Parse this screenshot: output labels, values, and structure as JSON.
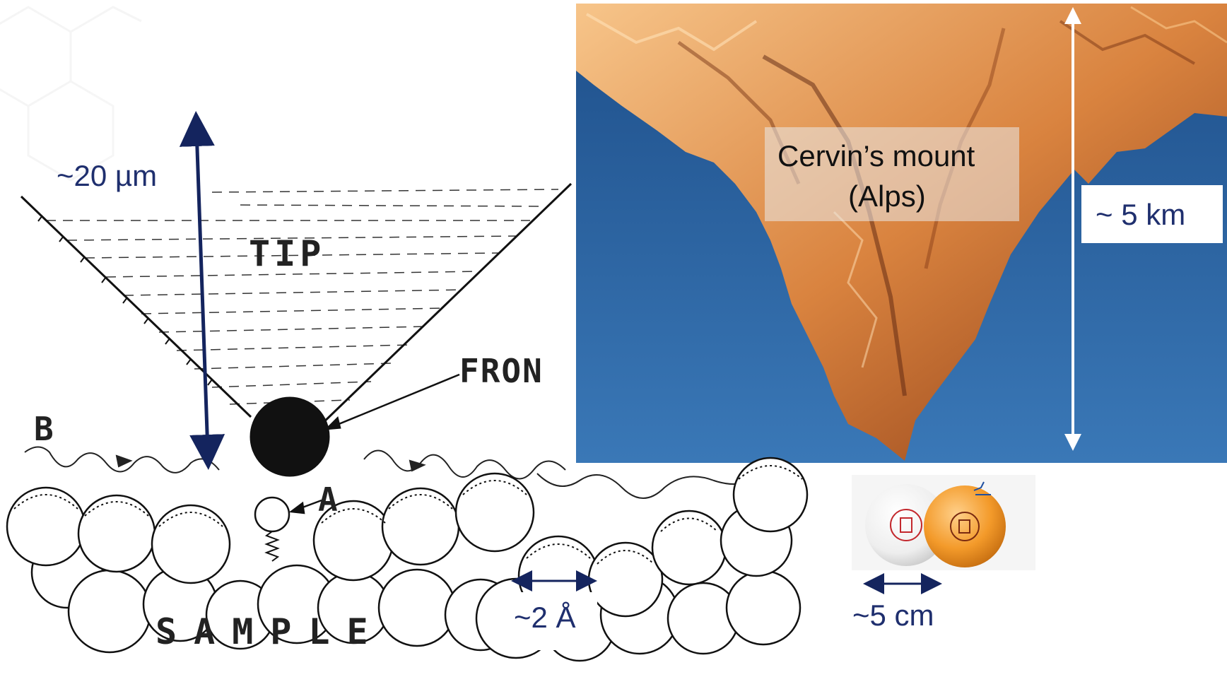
{
  "labels": {
    "tip_size": "~20 µm",
    "mountain_size": "~ 5 km",
    "mountain_name_line1": "Cervin’s mount",
    "mountain_name_line2": "(Alps)",
    "atom_spacing": "~2 Å",
    "ball_size": "~5 cm"
  },
  "sketch_text": {
    "tip": "TIP",
    "front": "FRON",
    "b": "B",
    "a": "A",
    "sample": "SAMPLE"
  },
  "colors": {
    "arrow_dark": "#14245e",
    "label_text": "#1f2f6e",
    "sky_top": "#1e4f8a",
    "sky_bottom": "#3a78b7",
    "rock_light": "#f4b97a",
    "rock_mid": "#c9713c",
    "rock_dark": "#5a2410",
    "ball_orange": "#f39a2a",
    "ball_white": "#f4f4f4"
  },
  "icons": {
    "double_arrow": "double-headed-arrow-icon"
  }
}
